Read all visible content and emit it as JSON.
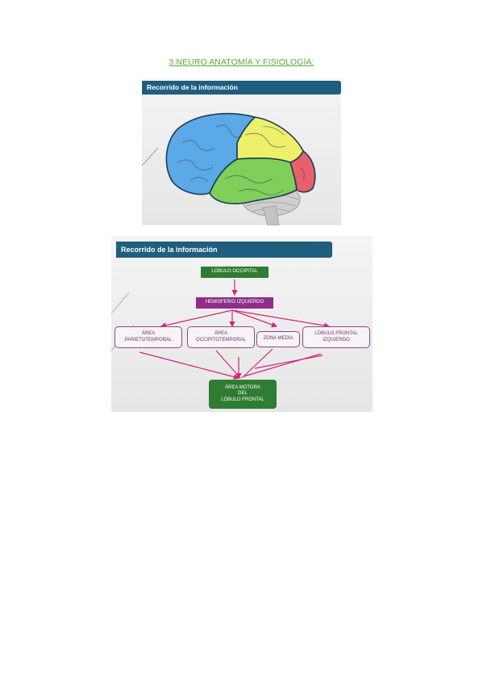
{
  "heading": "3.NEURO ANATOMÍA Y FISIOLOGÍA:",
  "slide1": {
    "title": "Recorrido de la información"
  },
  "slide2": {
    "title": "Recorrido de la información",
    "nodes": {
      "occipital": "LÓBULO OCCIPITAL",
      "hemisferio": "HEMISFERIO IZQUIERDO",
      "parietotemporal": "ÁREA\nPARIETOTEMPORAL",
      "occipitotemporal": "ÁREA\nOCCIPITOTEMPORAL",
      "zona_media": "ZONA MEDIA",
      "lobulo_frontal": "LÓBULO FRONTAL\nIZQUIERDO",
      "area_motora": "ÁREA MOTORA\nDEL\nLÓBULO FRONTAL"
    }
  },
  "colors": {
    "accent_green": "#5aa83a",
    "bar_blue": "#1f5e7e",
    "node_green": "#2e7d32",
    "node_purple": "#8e2e8a",
    "arrow_magenta": "#d0267a",
    "lobe_frontal": "#5ba9e6",
    "lobe_parietal": "#eef06a",
    "lobe_temporal": "#7fcf5a",
    "lobe_occipital": "#e8606a"
  }
}
